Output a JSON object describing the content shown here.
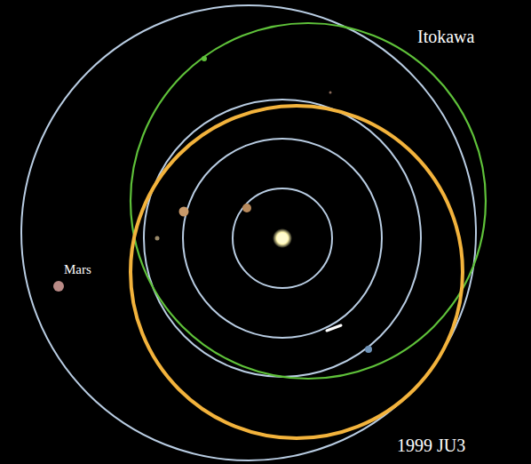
{
  "diagram": {
    "labels": [
      "Itokawa",
      "Mars",
      "1999 JU3"
    ]
  }
}
